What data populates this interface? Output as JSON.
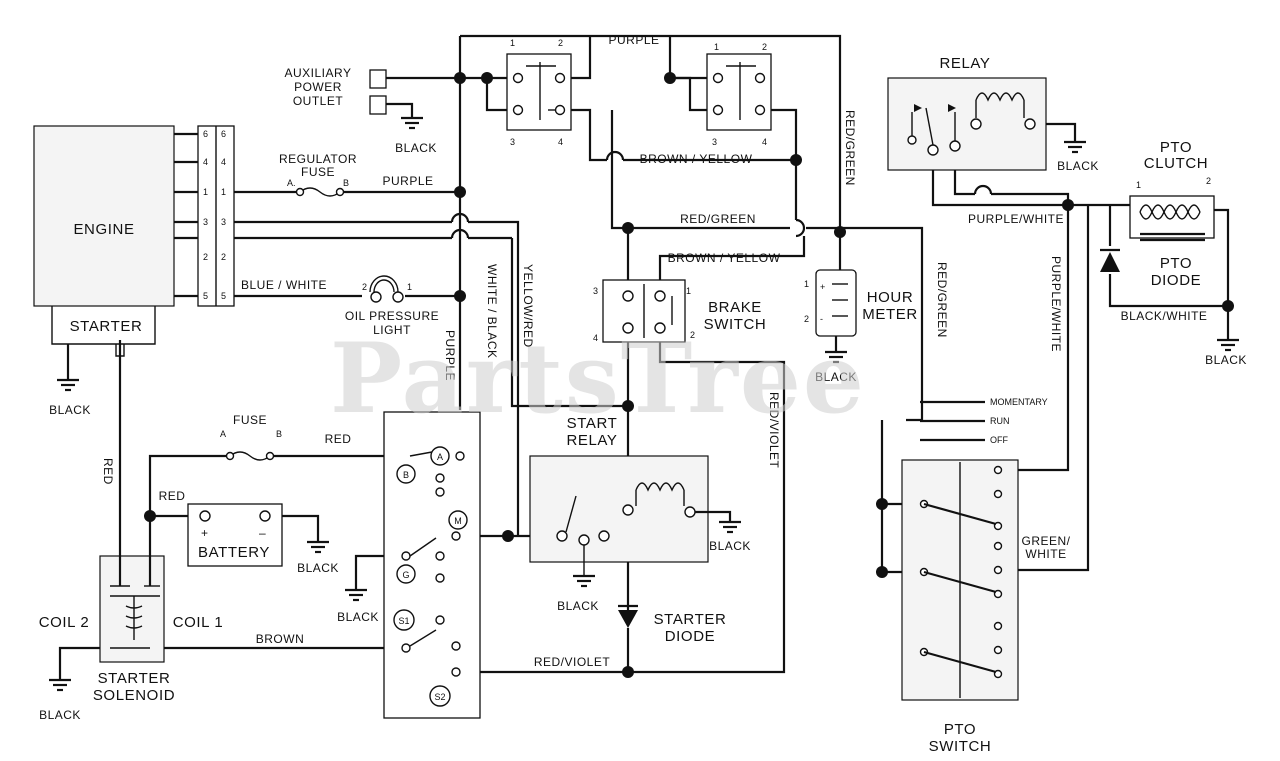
{
  "watermark": "PartsTree",
  "components": {
    "engine": "ENGINE",
    "starter": "STARTER",
    "aux_outlet": [
      "AUXILIARY",
      "POWER",
      "OUTLET"
    ],
    "regulator_fuse": [
      "REGULATOR",
      "FUSE"
    ],
    "oil_pressure_light": [
      "OIL PRESSURE",
      "LIGHT"
    ],
    "fuse": "FUSE",
    "battery": "BATTERY",
    "starter_solenoid": [
      "STARTER",
      "SOLENOID"
    ],
    "coil_1": "COIL 1",
    "coil_2": "COIL 2",
    "brake_switch": [
      "BRAKE",
      "SWITCH"
    ],
    "start_relay": [
      "START",
      "RELAY"
    ],
    "starter_diode": [
      "STARTER",
      "DIODE"
    ],
    "hour_meter": [
      "HOUR",
      "METER"
    ],
    "relay": "RELAY",
    "pto_clutch": [
      "PTO",
      "CLUTCH"
    ],
    "pto_diode": [
      "PTO",
      "DIODE"
    ],
    "pto_switch": [
      "PTO",
      "SWITCH"
    ]
  },
  "wire_labels": {
    "purple": "PURPLE",
    "blue_white": "BLUE / WHITE",
    "white_black": "WHITE / BLACK",
    "yellow_red": "YELLOW/RED",
    "brown_yellow": "BROWN / YELLOW",
    "red_green": "RED/GREEN",
    "red_violet": "RED/VIOLET",
    "red": "RED",
    "brown": "BROWN",
    "black": "BLACK",
    "purple_white": "PURPLE/WHITE",
    "black_white": "BLACK/WHITE",
    "green_white": [
      "GREEN/",
      "WHITE"
    ]
  },
  "terminals": {
    "fuse_a": "A",
    "fuse_b": "B",
    "reg_a": "A.",
    "reg_b": "B",
    "oil_2": "2",
    "oil_1": "1",
    "bat_plus": "+",
    "bat_minus": "–",
    "conn_pins": [
      "6",
      "4",
      "1",
      "3",
      "2",
      "5"
    ],
    "key_terminals": [
      "A",
      "B",
      "M",
      "G",
      "S1",
      "S2"
    ],
    "brake_pins": [
      "3",
      "1",
      "4",
      "2"
    ],
    "sw1_pins": [
      "1",
      "2",
      "3",
      "4"
    ],
    "sw2_pins": [
      "1",
      "2",
      "3",
      "4"
    ],
    "hour_pins": [
      "1",
      "2"
    ],
    "clutch_pins": [
      "1",
      "2"
    ]
  },
  "key_positions": [
    "MOMENTARY",
    "RUN",
    "OFF"
  ]
}
